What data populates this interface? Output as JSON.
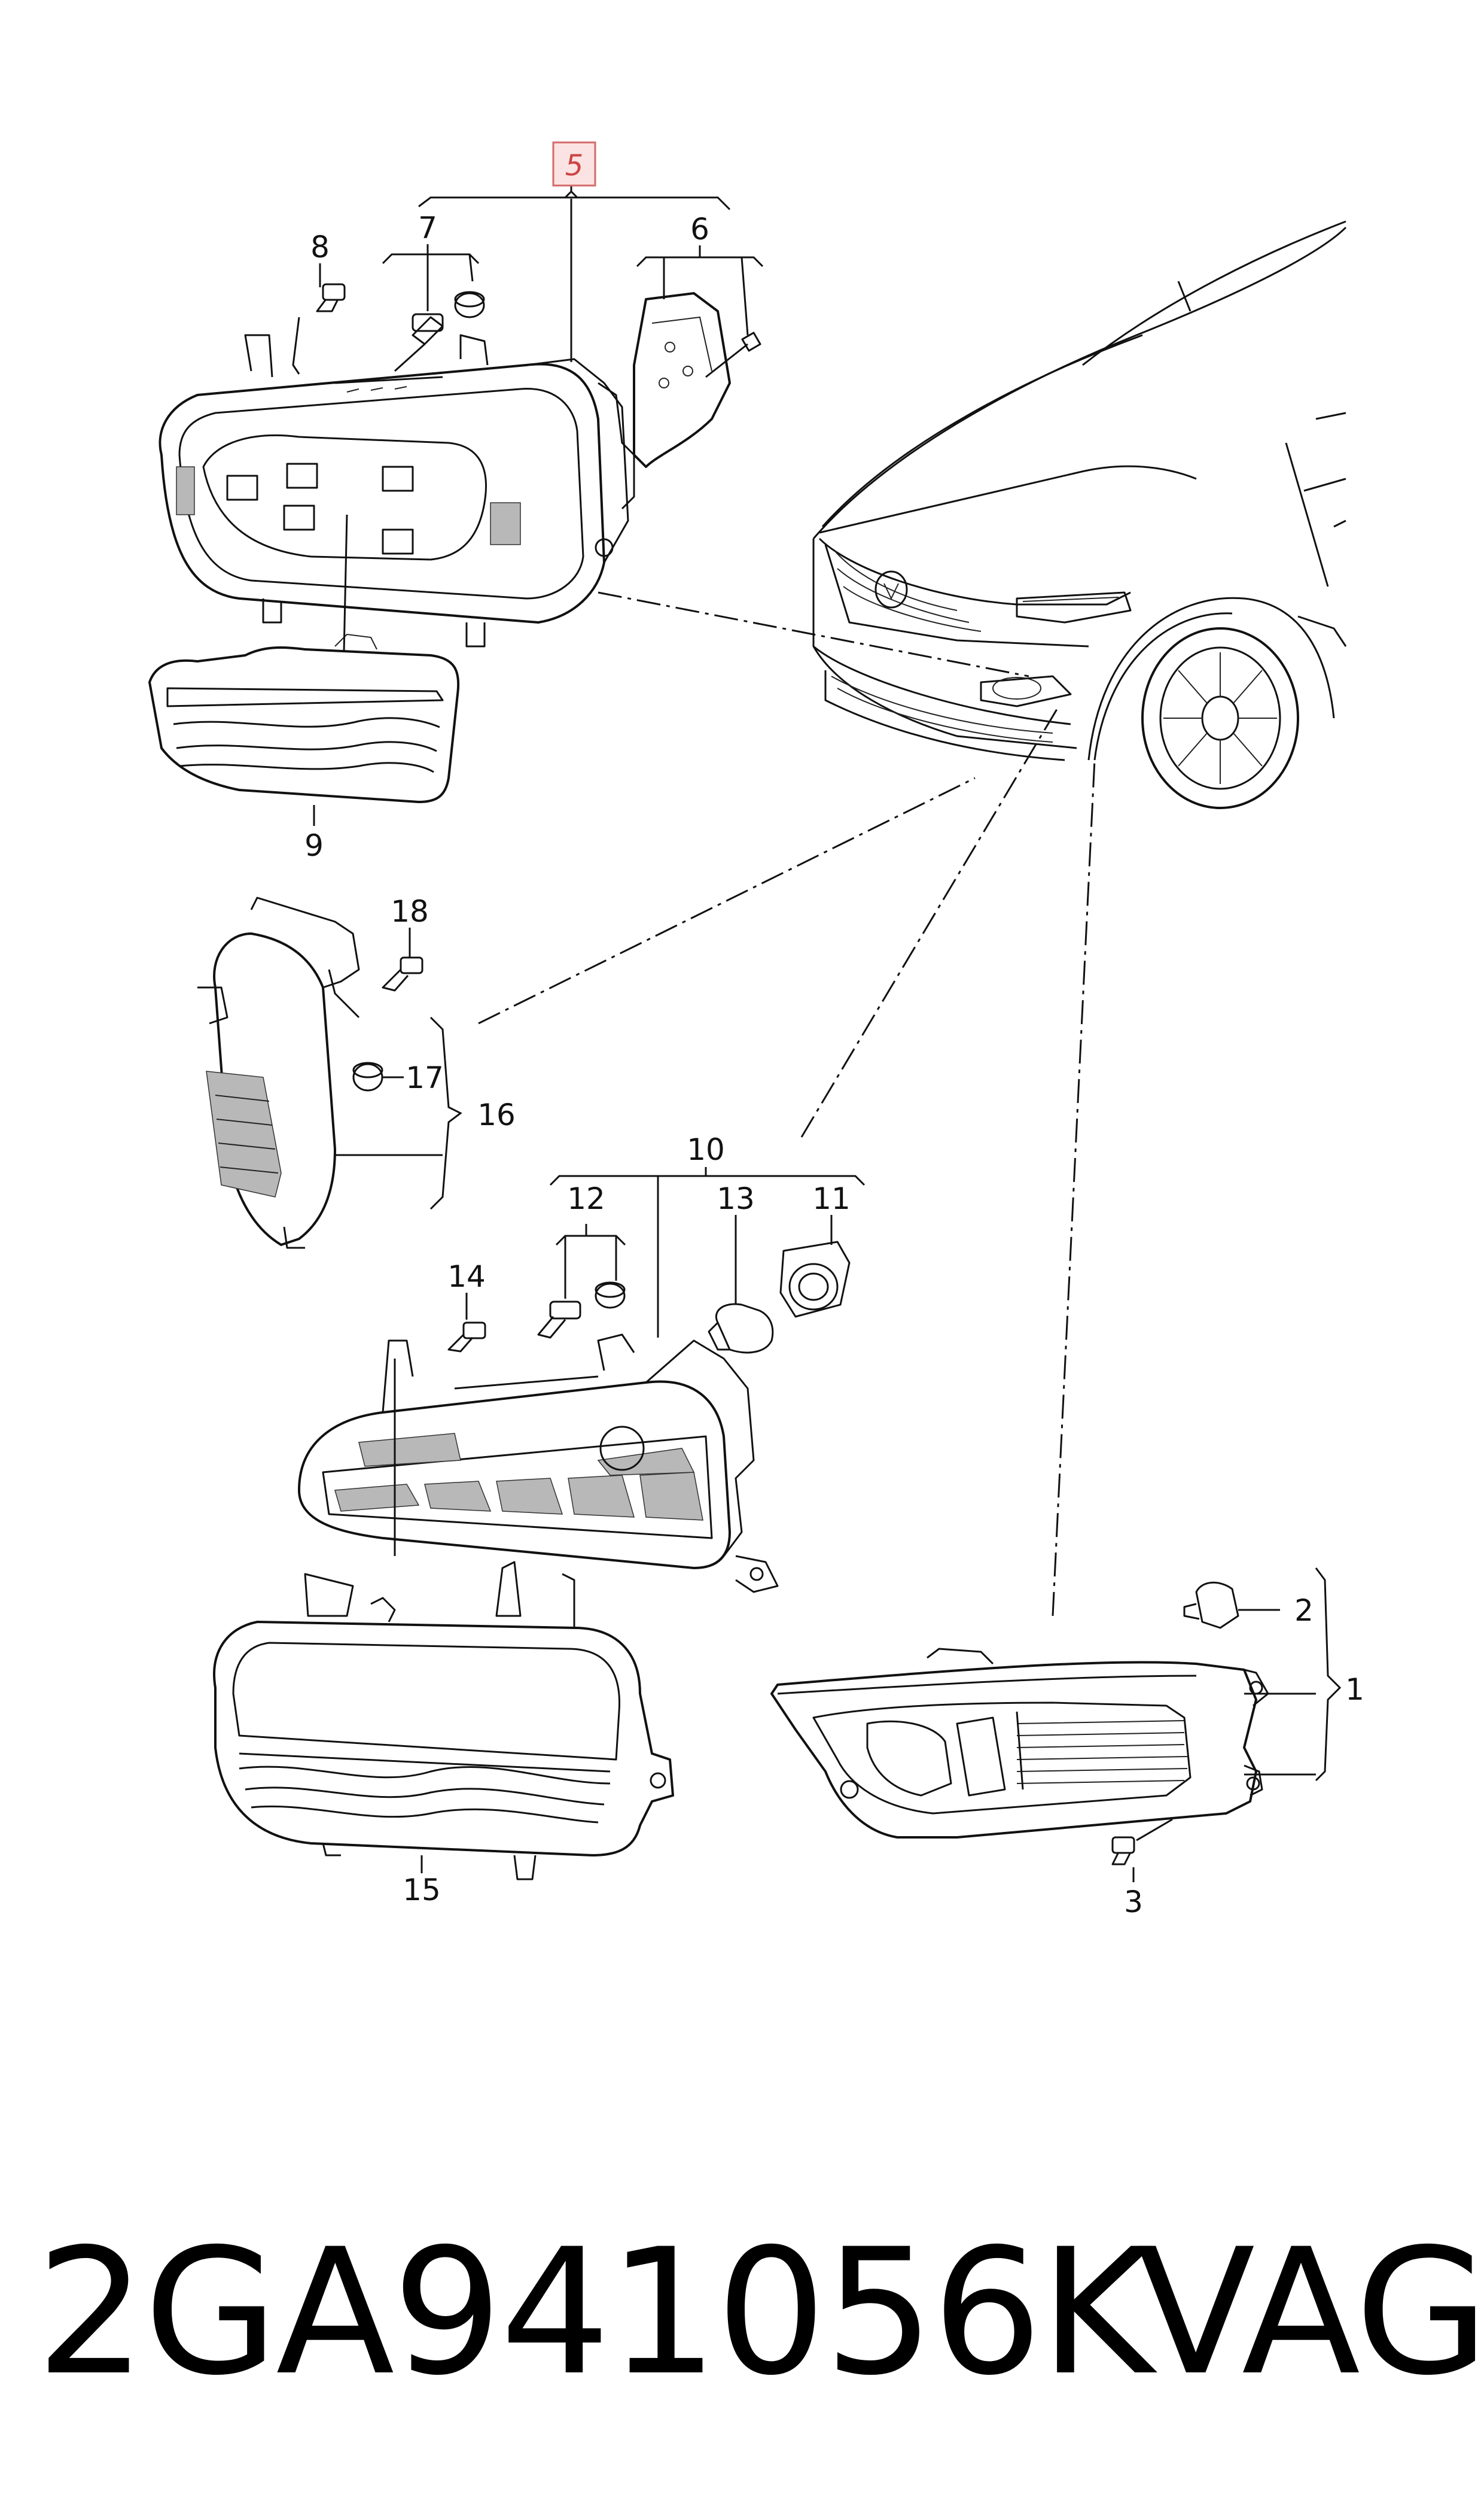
{
  "diagram": {
    "callouts": [
      {
        "id": "c1",
        "label": "1"
      },
      {
        "id": "c2",
        "label": "2"
      },
      {
        "id": "c3",
        "label": "3"
      },
      {
        "id": "c5",
        "label": "5"
      },
      {
        "id": "c6",
        "label": "6"
      },
      {
        "id": "c7",
        "label": "7"
      },
      {
        "id": "c8",
        "label": "8"
      },
      {
        "id": "c9",
        "label": "9"
      },
      {
        "id": "c10",
        "label": "10"
      },
      {
        "id": "c11",
        "label": "11"
      },
      {
        "id": "c12",
        "label": "12"
      },
      {
        "id": "c13",
        "label": "13"
      },
      {
        "id": "c14",
        "label": "14"
      },
      {
        "id": "c15",
        "label": "15"
      },
      {
        "id": "c16",
        "label": "16"
      },
      {
        "id": "c17",
        "label": "17"
      },
      {
        "id": "c18",
        "label": "18"
      }
    ],
    "highlight_color": "#d46a6a",
    "highlight_fill": "#fbe3e3"
  },
  "footer": {
    "part_number": "2GA941056K",
    "brand": "VAG"
  }
}
